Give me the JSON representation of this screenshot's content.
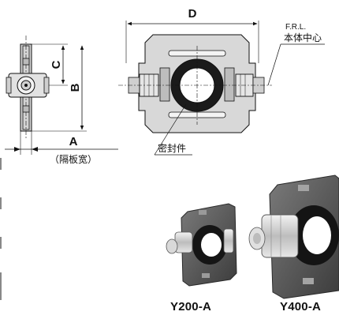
{
  "dimensions": {
    "a": "A",
    "b": "B",
    "c": "C",
    "d": "D"
  },
  "labels": {
    "partition_width": "（隔板宽）",
    "frl_line1": "F.R.L.",
    "frl_line2": "本体中心",
    "seal": "密封件"
  },
  "models": {
    "y200": "Y200-A",
    "y400": "Y400-A"
  },
  "colors": {
    "line": "#111111",
    "bracket_fill": "#d4d4d4",
    "photo_dark": "#4a4a4a",
    "photo_mid": "#6e6e6e",
    "metal": "#c9c9c9"
  }
}
